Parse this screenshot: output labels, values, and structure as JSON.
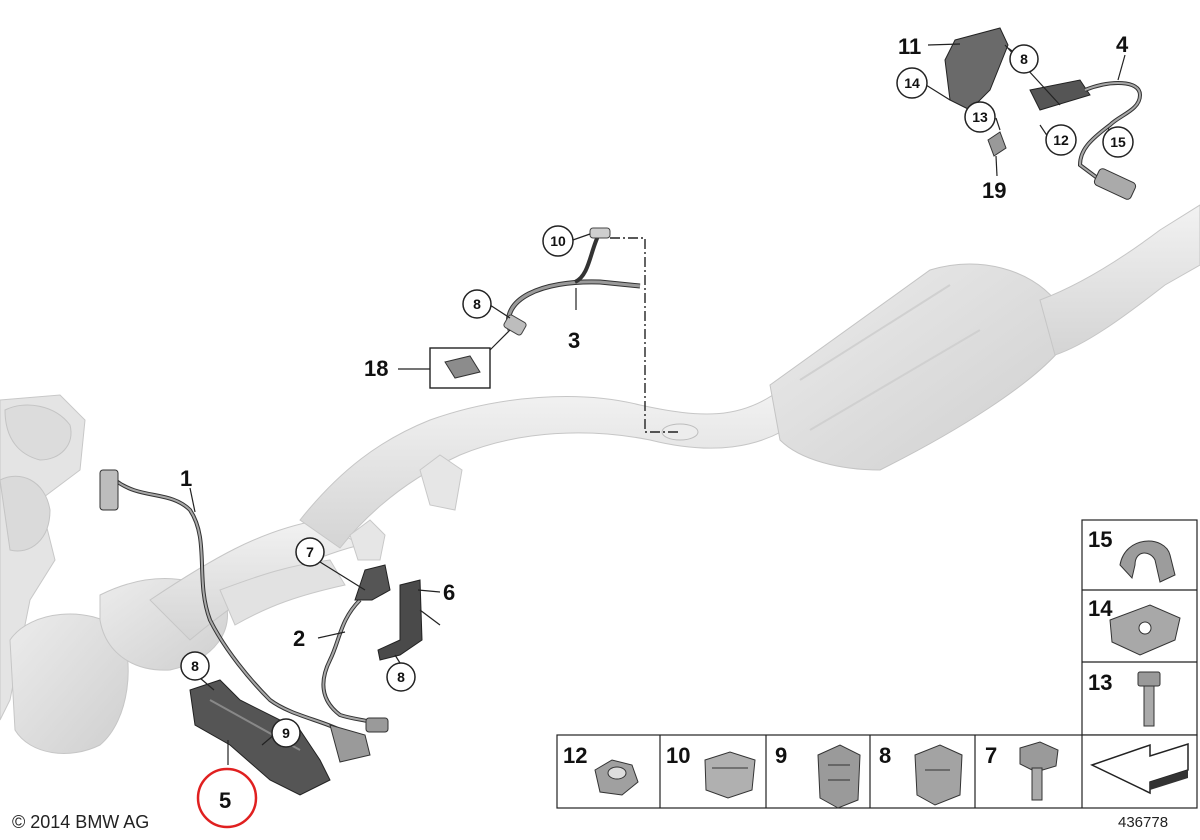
{
  "footer": {
    "copyright": "© 2014 BMW AG",
    "image_number": "436778"
  },
  "callouts": {
    "part1": "1",
    "part2": "2",
    "part3": "3",
    "part4": "4",
    "part5": "5",
    "part6": "6",
    "part11": "11",
    "part18": "18",
    "part19": "19",
    "c7": "7",
    "c8a": "8",
    "c8b": "8",
    "c8c": "8",
    "c8d": "8",
    "c9": "9",
    "c10": "10",
    "c12": "12",
    "c13": "13",
    "c14": "14",
    "c15": "15"
  },
  "legend": {
    "cells": [
      "15",
      "14",
      "13",
      "12",
      "10",
      "9",
      "8",
      "7"
    ]
  },
  "highlight_color": "#e02020"
}
